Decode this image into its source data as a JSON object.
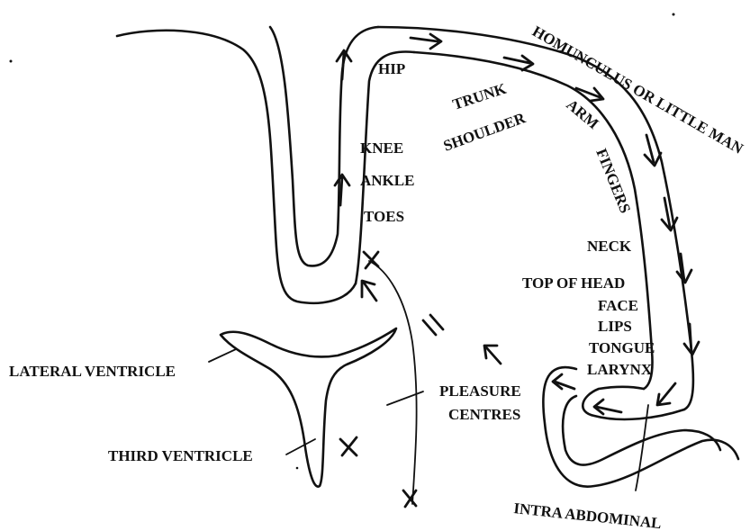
{
  "labels": {
    "homunculus": "HOMUNCULUS OR LITTLE MAN",
    "hip": "HIP",
    "trunk": "TRUNK",
    "shoulder": "SHOULDER",
    "arm": "ARM",
    "fingers": "FINGERS",
    "knee": "KNEE",
    "ankle": "ANKLE",
    "toes": "TOES",
    "neck": "NECK",
    "top_of_head": "TOP OF HEAD",
    "face": "FACE",
    "lips": "LIPS",
    "tongue": "TONGUE",
    "larynx": "LARYNX",
    "pleasure_centres_line1": "PLEASURE",
    "pleasure_centres_line2": "CENTRES",
    "lateral_ventricle": "LATERAL VENTRICLE",
    "third_ventricle": "THIRD VENTRICLE",
    "intra_abdominal": "INTRA ABDOMINAL"
  },
  "colors": {
    "ink": "#111111",
    "paper": "#ffffff"
  }
}
